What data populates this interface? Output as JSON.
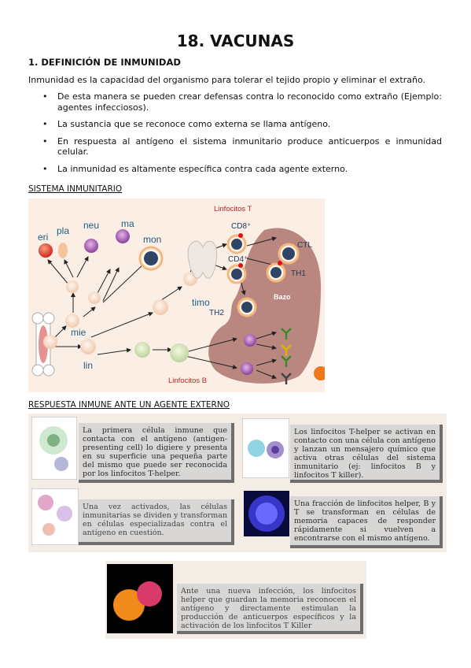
{
  "title": "18. VACUNAS",
  "section1": {
    "heading": "1. DEFINICIÓN DE INMUNIDAD",
    "intro": "Inmunidad es la capacidad del organismo para tolerar el tejido propio y eliminar el extraño.",
    "bullets": [
      "De esta manera se pueden crear defensas contra lo reconocido como extraño (Ejemplo: agentes infecciosos).",
      " La sustancia que se reconoce como externa se llama antígeno.",
      "En respuesta al antígeno el sistema inmunitario produce anticuerpos e inmunidad celular.",
      "La inmunidad es altamente específica contra cada agente externo."
    ]
  },
  "subheading_sistema": "SISTEMA INMUNITARIO",
  "diagram": {
    "labels": {
      "eri": "eri",
      "pla": "pla",
      "neu": "neu",
      "ma": "ma",
      "mon": "mon",
      "mie": "mie",
      "lin": "lin",
      "timo": "timo",
      "linfocitos_t": "Linfocitos T",
      "linfocitos_b": "Linfocitos B",
      "cd8": "CD8⁺",
      "cd4": "CD4⁺",
      "ctl": "CTL",
      "th1": "TH1",
      "th2": "TH2",
      "bazo": "Bazo"
    }
  },
  "subheading_respuesta": "RESPUESTA INMUNE ANTE UN AGENTE EXTERNO",
  "cards": [
    "La primera célula inmune que contacta con el antígeno (antigen-presenting cell) lo digiere y presenta en su superficie una pequeña parte del mismo que puede ser reconocida por los linfocitos T-helper.",
    "Los linfocitos T-helper se activan en contacto con una célula con antígeno y lanzan un mensajero químico que activa otras células del sistema inmunitario (ej: linfocitos B y linfocitos T killer).",
    "Una vez activados, las células inmunitarias se dividen y transforman en células especializadas contra el antígeno en cuestión.",
    "Una fracción de linfocitos helper, B y T se transforman en células de memoria capaces de responder rápidamente si vuelven a encontrarse con el mismo antígeno.",
    "Ante una nueva infección, los linfocitos helper que guardan la memoria reconocen el antígeno y directamente estimulan la producción de anticuerpos específicos y la activación de los linfocitos T Killer"
  ],
  "colors": {
    "diagram_bg": "#fbeee5",
    "bazo": "#b98780",
    "panel_bg": "#f4ede5",
    "card_bg": "#d9d7d5",
    "linfocitos_label": "#cc2222"
  }
}
